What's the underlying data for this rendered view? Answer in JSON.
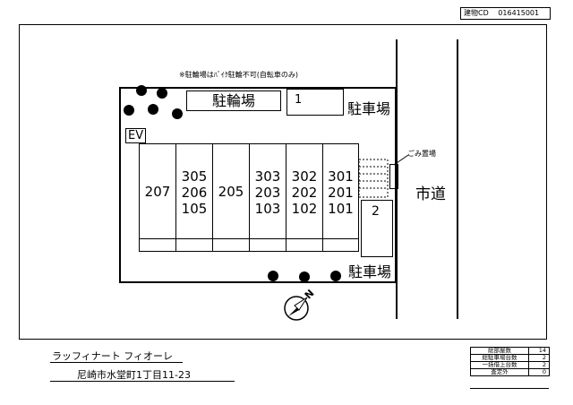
{
  "building_code": {
    "label": "建物CD",
    "value": "016415001"
  },
  "note": "※駐輪場はﾊﾞｲｸ駐輪不可(自転車のみ)",
  "labels": {
    "bicycle_parking": "駐輪場",
    "parking_top": "駐車場",
    "parking_bottom": "駐車場",
    "ev": "EV",
    "garbage": "ごみ置場",
    "city_road": "市道"
  },
  "parking_spaces": [
    "1",
    "2"
  ],
  "unit_columns": [
    [
      "207"
    ],
    [
      "305",
      "206",
      "105"
    ],
    [
      "205"
    ],
    [
      "303",
      "203",
      "103"
    ],
    [
      "302",
      "202",
      "102"
    ],
    [
      "301",
      "201",
      "101"
    ]
  ],
  "compass": {
    "label": "N"
  },
  "property": {
    "name": "ラッフィナート フィオーレ",
    "address": "尼崎市水堂町1丁目11-23"
  },
  "summary": [
    {
      "label": "総部屋数",
      "value": "14"
    },
    {
      "label": "総駐車場台数",
      "value": "2"
    },
    {
      "label": "一括借上台数",
      "value": "2"
    },
    {
      "label": "査定外",
      "value": "0"
    }
  ]
}
